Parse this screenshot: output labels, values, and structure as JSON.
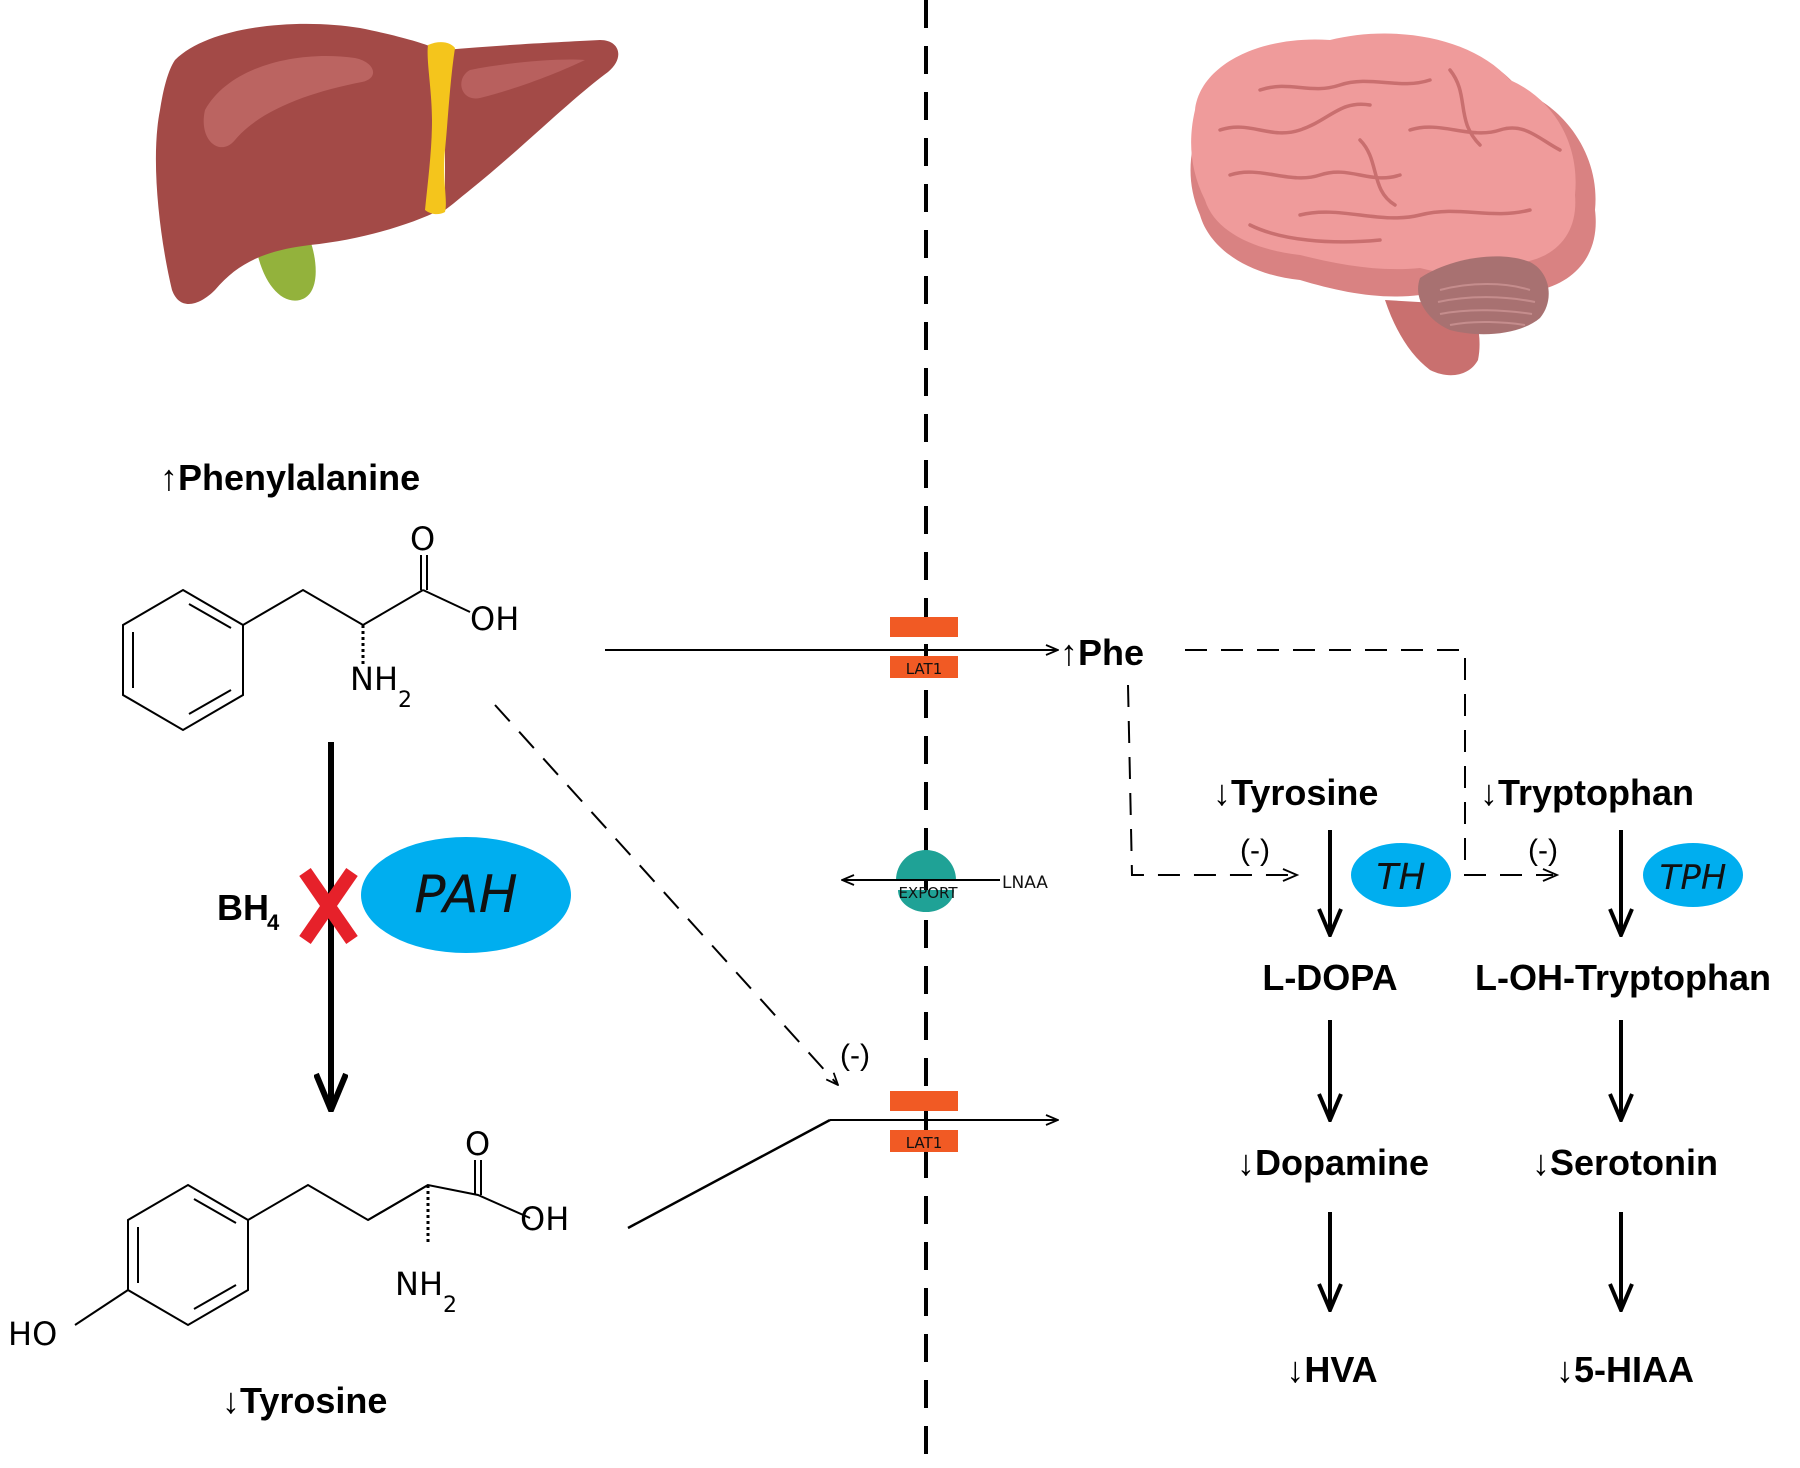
{
  "colors": {
    "liver": "#a34a47",
    "liver_highlight": "#c06a68",
    "liver_ligament": "#f4c51c",
    "gallbladder": "#93b23c",
    "brain": "#ef9b9b",
    "brain_shadow": "#d98282",
    "brain_stem": "#c9706f",
    "cerebellum": "#a87171",
    "enzyme_fill": "#00aeef",
    "lat1": "#f15a24",
    "export_channel": "#1fa296",
    "inhibit_cross": "#e6212a"
  },
  "icons": [
    "liver-icon",
    "brain-icon",
    "lat1-transporter-icon",
    "export-channel-icon",
    "inhibition-cross-icon"
  ],
  "left": {
    "phenylalanine_label": "↑Phenylalanine",
    "phe_molecule": {
      "O": "O",
      "OH": "OH",
      "NH": "NH",
      "sub2": "2"
    },
    "cofactor": "BH",
    "cofactor_sub": "4",
    "enzyme": "PAH",
    "tyr_molecule": {
      "O": "O",
      "OH": "OH",
      "NH": "NH",
      "sub2": "2",
      "HO": "HO"
    },
    "tyrosine_label": "↓Tyrosine"
  },
  "transport": {
    "lat1_top": "LAT1",
    "lat1_bottom": "LAT1",
    "export_label": "EXPORT",
    "lnaa_label": "LNAA",
    "inhibit_label": "(-)"
  },
  "right": {
    "phe_label": "↑Phe",
    "dopamine_branch": {
      "precursor": "↓Tyrosine",
      "inhibit": "(-)",
      "enzyme": "TH",
      "step1": "L-DOPA",
      "step2": "↓Dopamine",
      "step3": "↓HVA"
    },
    "serotonin_branch": {
      "precursor": "↓Tryptophan",
      "inhibit": "(-)",
      "enzyme": "TPH",
      "step1": "L-OH-Tryptophan",
      "step2": "↓Serotonin",
      "step3": "↓5-HIAA"
    }
  }
}
